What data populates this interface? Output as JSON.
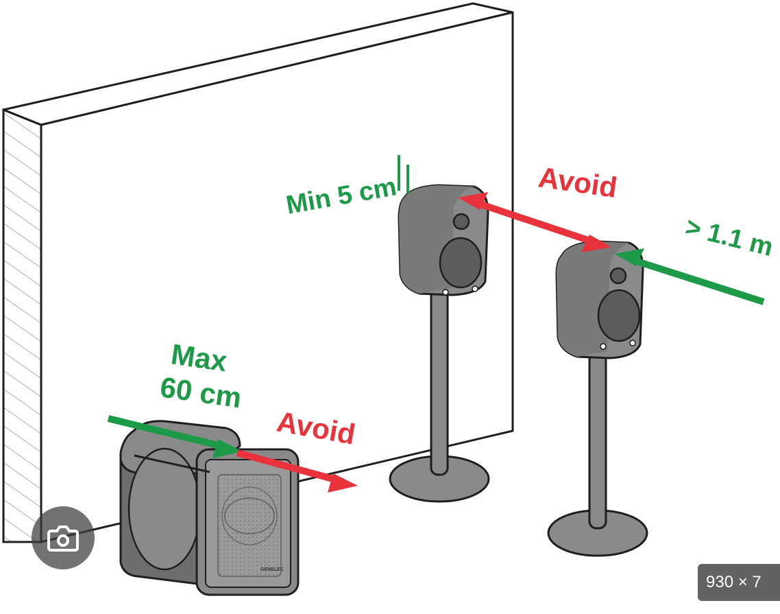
{
  "labels": {
    "min_distance": "Min 5 cm",
    "avoid_top": "Avoid",
    "greater_distance": "> 1.1 m",
    "max_label_line1": "Max",
    "max_label_line2": "60 cm",
    "avoid_bottom": "Avoid",
    "brand_mark": "GENELEC"
  },
  "overlay": {
    "lens_icon": "visual-search-camera-icon",
    "image_size": "930 × 7"
  },
  "colors": {
    "green": "#1c9a47",
    "red": "#e8323c",
    "speaker_gray": "#8a8a8a",
    "speaker_dark": "#5c5c5c",
    "outline": "#1e1e1e"
  }
}
